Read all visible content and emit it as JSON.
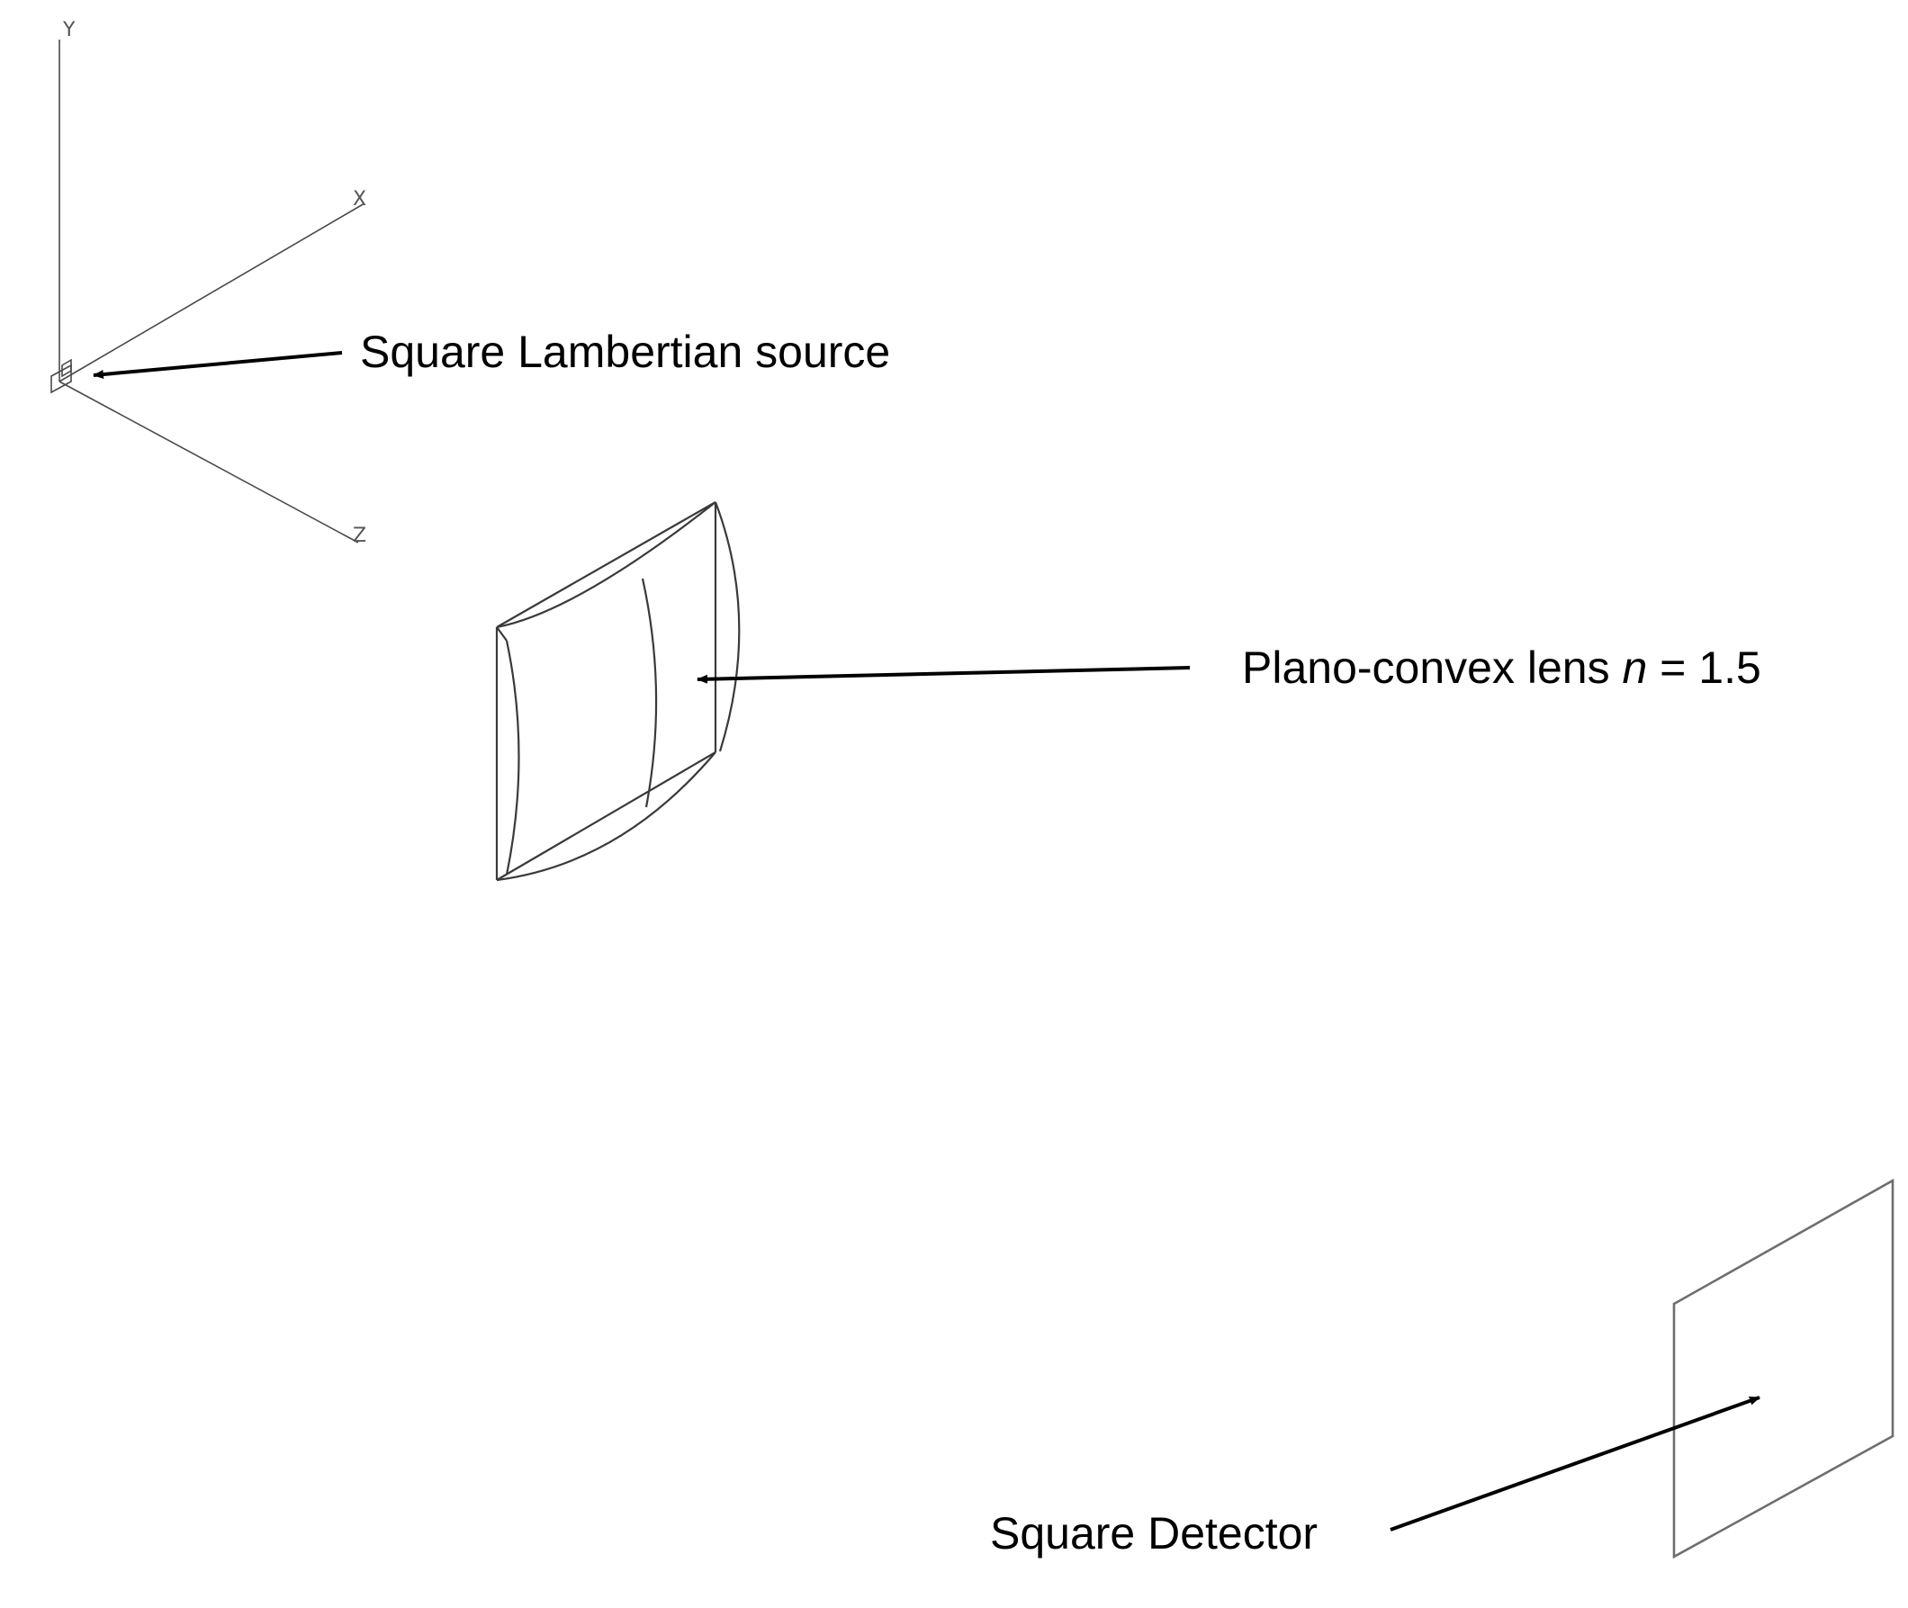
{
  "axes": {
    "x_label": "X",
    "y_label": "Y",
    "z_label": "Z"
  },
  "callouts": {
    "source": "Square Lambertian source",
    "lens_prefix": "Plano-convex lens ",
    "lens_symbol": "n",
    "lens_suffix": " = 1.5",
    "detector": "Square Detector"
  },
  "colors": {
    "axis_line": "#4a4a4a",
    "shape_line": "#3a3a3a",
    "detector_line": "#6e6e6e",
    "arrow": "#000000",
    "background": "#ffffff"
  }
}
